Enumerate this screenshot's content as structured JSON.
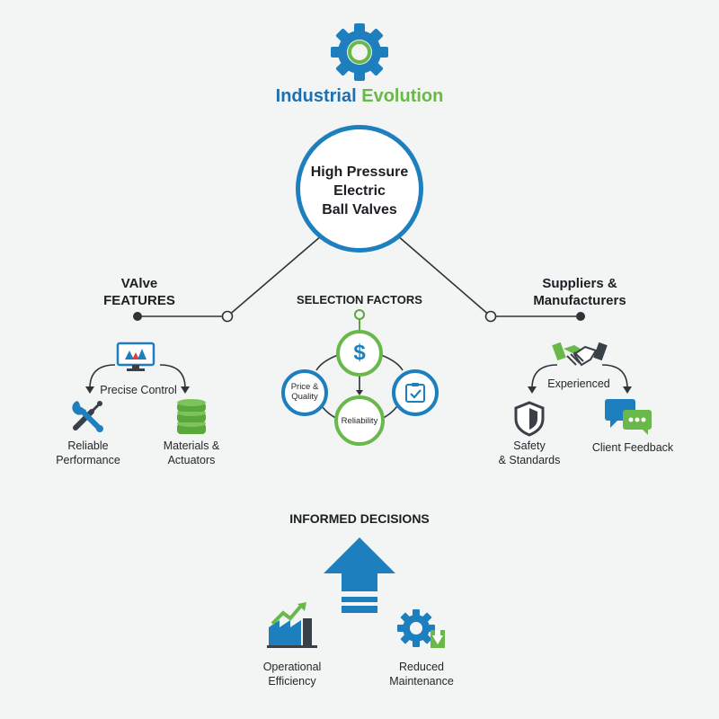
{
  "brand": {
    "icon": "gear-icon",
    "word1": "Industrial",
    "word2": "Evolution",
    "color1": "#1e6fae",
    "color2": "#69b84a"
  },
  "hub": {
    "line1": "High Pressure",
    "line2": "Electric",
    "line3": "Ball Valves"
  },
  "left": {
    "title_line1": "VAlve",
    "title_line2": "FEATURES",
    "top_icon": "monitor-icon",
    "top_label": "Precise Control",
    "item1": {
      "icon": "wrench-screwdriver-icon",
      "line1": "Reliable",
      "line2": "Performance"
    },
    "item2": {
      "icon": "database-stack-icon",
      "line1": "Materials &",
      "line2": "Actuators"
    }
  },
  "middle": {
    "title": "SELECTION FACTORS",
    "top_icon": "dollar-icon",
    "left_line1": "Price &",
    "left_line2": "Quality",
    "bottom_label": "Reliability",
    "right_icon": "checklist-icon"
  },
  "right": {
    "title_line1": "Suppliers &",
    "title_line2": "Manufacturers",
    "top_icon": "handshake-icon",
    "top_label": "Experienced",
    "item1": {
      "icon": "shield-icon",
      "line1": "Safety",
      "line2": "& Standards"
    },
    "item2": {
      "icon": "chat-bubbles-icon",
      "label": "Client Feedback"
    }
  },
  "bottom": {
    "title": "INFORMED DECISIONS",
    "arrow_icon": "up-arrow-icon",
    "item1": {
      "icon": "factory-growth-icon",
      "line1": "Operational",
      "line2": "Efficiency"
    },
    "item2": {
      "icon": "gear-download-icon",
      "line1": "Reduced",
      "line2": "Maintenance"
    }
  },
  "colors": {
    "blue": "#1e7fbf",
    "green": "#69b84a",
    "dark": "#2f3439"
  }
}
